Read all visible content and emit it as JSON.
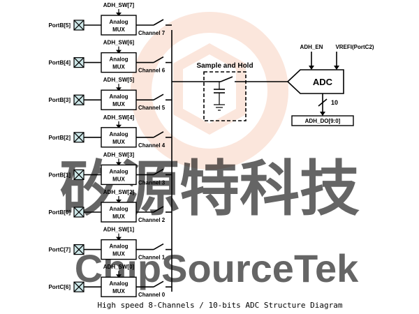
{
  "watermark": {
    "chinese": "矽源特科技",
    "latin": "ChipSourceTek"
  },
  "channels": [
    {
      "switch": "ADH_SW[7]",
      "port": "PortB[5]",
      "mux": [
        "Analog",
        "MUX"
      ],
      "channel": "Channel 7"
    },
    {
      "switch": "ADH_SW[6]",
      "port": "PortB[4]",
      "mux": [
        "Analog",
        "MUX"
      ],
      "channel": "Channel 6"
    },
    {
      "switch": "ADH_SW[5]",
      "port": "PortB[3]",
      "mux": [
        "Analog",
        "MUX"
      ],
      "channel": "Channel 5"
    },
    {
      "switch": "ADH_SW[4]",
      "port": "PortB[2]",
      "mux": [
        "Analog",
        "MUX"
      ],
      "channel": "Channel 4"
    },
    {
      "switch": "ADH_SW[3]",
      "port": "PortB[1]",
      "mux": [
        "Analog",
        "MUX"
      ],
      "channel": "Channel 3"
    },
    {
      "switch": "ADH_SW[2]",
      "port": "PortB[0]",
      "mux": [
        "Analog",
        "MUX"
      ],
      "channel": "Channel 2"
    },
    {
      "switch": "ADH_SW[1]",
      "port": "PortC[7]",
      "mux": [
        "Analog",
        "MUX"
      ],
      "channel": "Channel 1"
    },
    {
      "switch": "ADH_SW[0]",
      "port": "PortC[6]",
      "mux": [
        "Analog",
        "MUX"
      ],
      "channel": "Channel 0"
    }
  ],
  "sample_hold": {
    "label": "Sample and Hold"
  },
  "adc": {
    "label": "ADC",
    "enable": "ADH_EN",
    "vref": "VREFI(PortC2)",
    "bus_width": "10",
    "output": "ADH_DO[9:0]"
  },
  "caption": "High speed 8-Channels / 10-bits ADC Structure Diagram"
}
